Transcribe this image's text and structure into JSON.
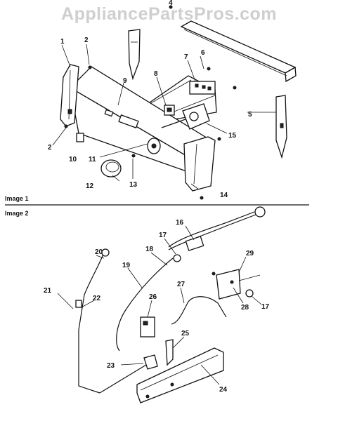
{
  "watermark": "AppliancePartsPros.com",
  "sections": {
    "image1": "Image 1",
    "image2": "Image 2"
  },
  "callouts": {
    "c1": "1",
    "c2a": "2",
    "c2b": "2",
    "c4": "4",
    "c5": "5",
    "c6": "6",
    "c7": "7",
    "c8": "8",
    "c9": "9",
    "c10": "10",
    "c11": "11",
    "c12": "12",
    "c13": "13",
    "c14": "14",
    "c15": "15",
    "c16": "16",
    "c17a": "17",
    "c17b": "17",
    "c18": "18",
    "c19": "19",
    "c20": "20",
    "c21": "21",
    "c22": "22",
    "c23": "23",
    "c24": "24",
    "c25": "25",
    "c26": "26",
    "c27": "27",
    "c28": "28",
    "c29": "29"
  }
}
